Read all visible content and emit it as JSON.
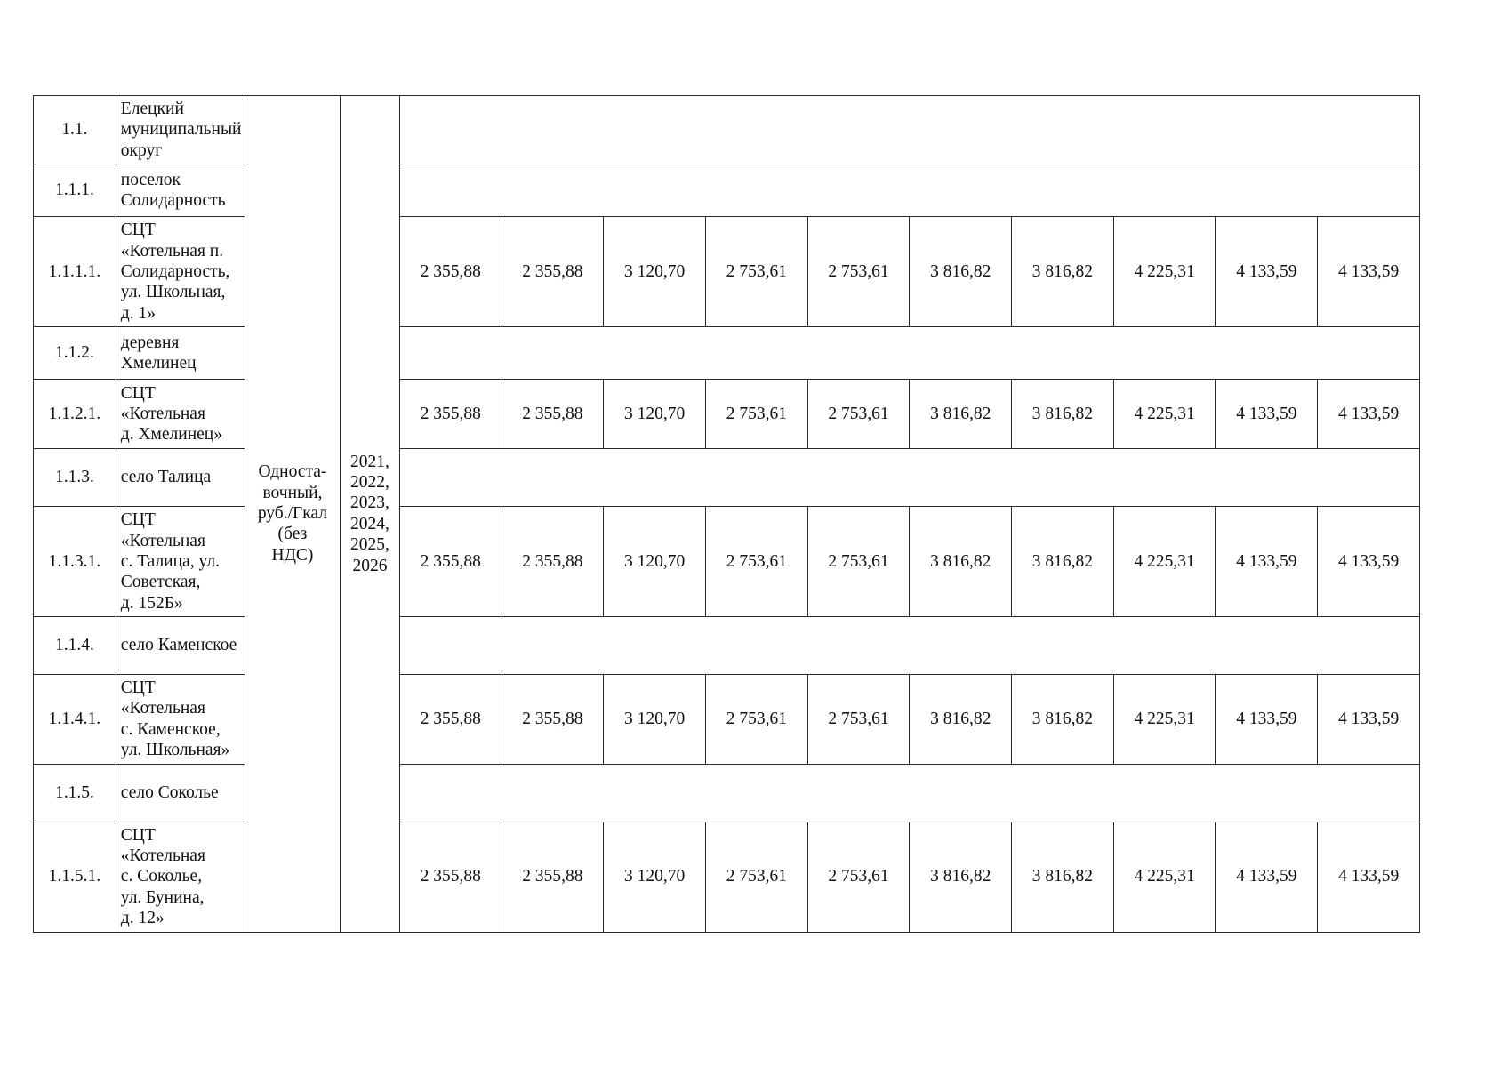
{
  "document": {
    "type": "tariff-table",
    "language": "ru"
  },
  "table": {
    "columns": {
      "number": "",
      "name": "",
      "tariff_type": "Односта-\nвочный,\nруб./Гкал\n(без\nНДС)",
      "tariff_type_lines": [
        "Односта-",
        "вочный,",
        "руб./Гкал",
        "(без",
        "НДС)"
      ],
      "years": "2021, 2022, 2023, 2024, 2025, 2026",
      "year_lines": [
        "2021,",
        "2022,",
        "2023,",
        "2024,",
        "2025,",
        "2026"
      ]
    },
    "rows": [
      {
        "number": "1.1.",
        "name_lines": [
          "Елецкий",
          "муниципальный",
          "округ"
        ],
        "kind": "header-locality",
        "values": []
      },
      {
        "number": "1.1.1.",
        "name_lines": [
          "поселок",
          "Солидарность"
        ],
        "kind": "locality",
        "values": []
      },
      {
        "number": "1.1.1.1.",
        "name_lines": [
          "СЦТ",
          "«Котельная п.",
          "Солидарность,",
          "ул. Школьная,",
          "д. 1»"
        ],
        "kind": "data",
        "values": [
          "2 355,88",
          "2 355,88",
          "3 120,70",
          "2 753,61",
          "2 753,61",
          "3 816,82",
          "3 816,82",
          "4 225,31",
          "4 133,59",
          "4 133,59"
        ]
      },
      {
        "number": "1.1.2.",
        "name_lines": [
          "деревня",
          "Хмелинец"
        ],
        "kind": "locality",
        "values": []
      },
      {
        "number": "1.1.2.1.",
        "name_lines": [
          "СЦТ",
          "«Котельная",
          "д. Хмелинец»"
        ],
        "kind": "data",
        "values": [
          "2 355,88",
          "2 355,88",
          "3 120,70",
          "2 753,61",
          "2 753,61",
          "3 816,82",
          "3 816,82",
          "4 225,31",
          "4 133,59",
          "4 133,59"
        ]
      },
      {
        "number": "1.1.3.",
        "name_lines": [
          "село Талица"
        ],
        "kind": "locality",
        "values": []
      },
      {
        "number": "1.1.3.1.",
        "name_lines": [
          "СЦТ",
          "«Котельная",
          "с. Талица, ул.",
          "Советская,",
          "д. 152Б»"
        ],
        "kind": "data",
        "values": [
          "2 355,88",
          "2 355,88",
          "3 120,70",
          "2 753,61",
          "2 753,61",
          "3 816,82",
          "3 816,82",
          "4 225,31",
          "4 133,59",
          "4 133,59"
        ]
      },
      {
        "number": "1.1.4.",
        "name_lines": [
          "село Каменское"
        ],
        "kind": "locality",
        "values": []
      },
      {
        "number": "1.1.4.1.",
        "name_lines": [
          "СЦТ",
          "«Котельная",
          "с. Каменское,",
          "ул. Школьная»"
        ],
        "kind": "data",
        "values": [
          "2 355,88",
          "2 355,88",
          "3 120,70",
          "2 753,61",
          "2 753,61",
          "3 816,82",
          "3 816,82",
          "4 225,31",
          "4 133,59",
          "4 133,59"
        ]
      },
      {
        "number": "1.1.5.",
        "name_lines": [
          "село Соколье"
        ],
        "kind": "locality",
        "values": []
      },
      {
        "number": "1.1.5.1.",
        "name_lines": [
          "СЦТ",
          "«Котельная",
          "с. Соколье,",
          "ул. Бунина,",
          "д. 12»"
        ],
        "kind": "data",
        "values": [
          "2 355,88",
          "2 355,88",
          "3 120,70",
          "2 753,61",
          "2 753,61",
          "3 816,82",
          "3 816,82",
          "4 225,31",
          "4 133,59",
          "4 133,59"
        ]
      }
    ]
  }
}
